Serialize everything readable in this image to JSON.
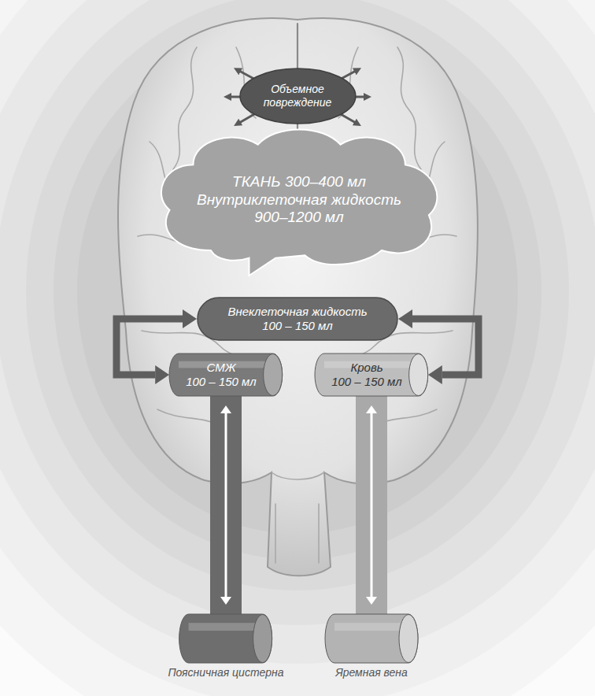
{
  "diagram": {
    "nodes": [
      {
        "text": [
          "Объемное повреждение"
        ]
      },
      {
        "text": [
          "ТКАНЬ 300–400 мл",
          "Внутриклеточная жидкость 900–1200 мл"
        ]
      },
      {
        "text": [
          "Внеклеточная жидкость",
          "100 – 150 мл"
        ]
      },
      {
        "text": [
          "СМЖ",
          "100 – 150 мл"
        ]
      },
      {
        "text": [
          "Кровь",
          "100 – 150 мл"
        ]
      },
      {
        "text": [
          "Поясничная цистерна"
        ]
      },
      {
        "text": [
          "Яремная вена"
        ]
      }
    ],
    "edges": [
      {
        "from": 2,
        "to": 3,
        "arrow": "both"
      },
      {
        "from": 2,
        "to": 4,
        "arrow": "both"
      },
      {
        "from": 3,
        "to": 5,
        "arrow": "both"
      },
      {
        "from": 4,
        "to": 6,
        "arrow": "both"
      }
    ]
  }
}
